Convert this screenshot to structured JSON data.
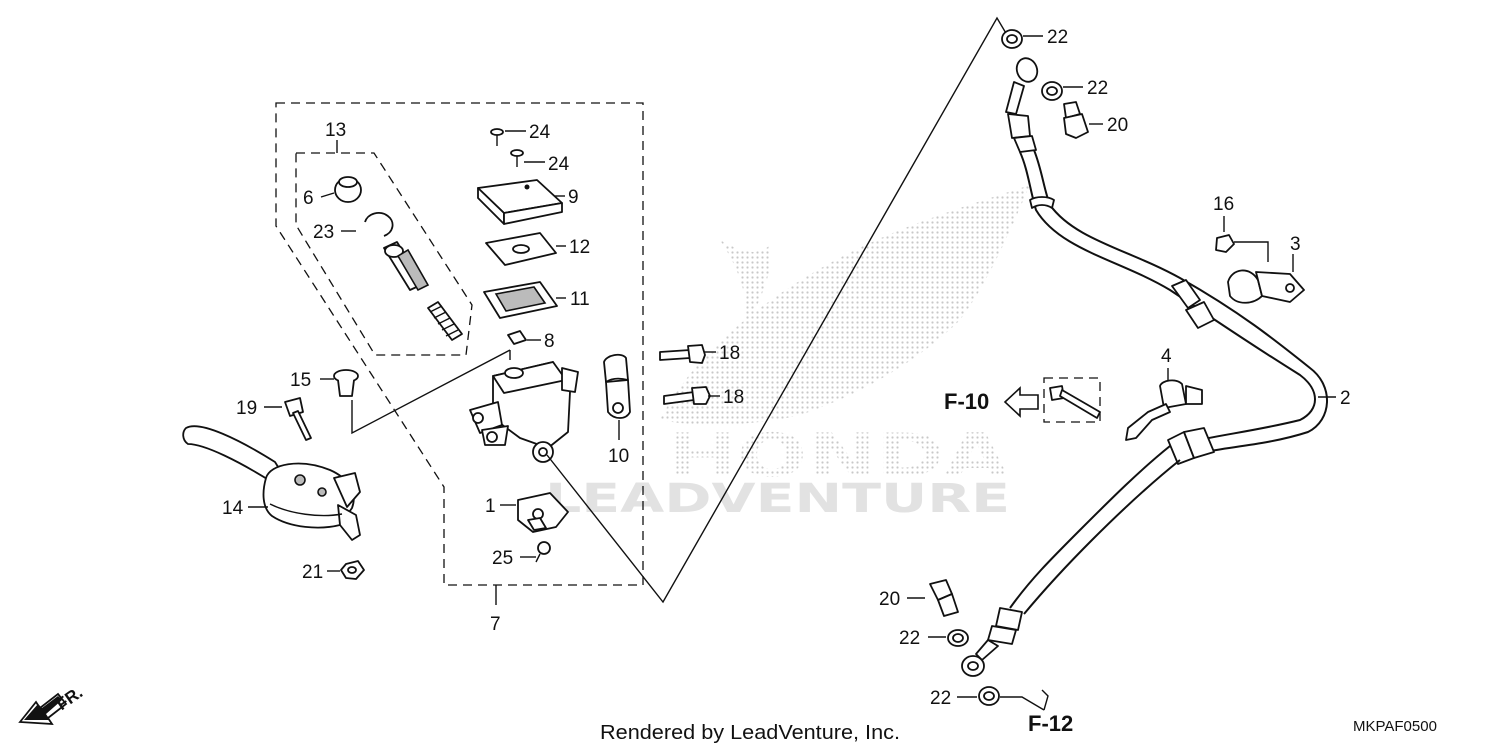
{
  "watermark": {
    "brand": "HONDA",
    "dealer": "LEADVENTURE"
  },
  "parts": {
    "p1": "1",
    "p2": "2",
    "p3": "3",
    "p4": "4",
    "p6": "6",
    "p7": "7",
    "p8": "8",
    "p9": "9",
    "p10": "10",
    "p11": "11",
    "p12": "12",
    "p13": "13",
    "p14": "14",
    "p15": "15",
    "p16": "16",
    "p18a": "18",
    "p18b": "18",
    "p19": "19",
    "p20a": "20",
    "p20b": "20",
    "p21": "21",
    "p22a": "22",
    "p22b": "22",
    "p22c": "22",
    "p22d": "22",
    "p23": "23",
    "p24a": "24",
    "p24b": "24",
    "p25": "25"
  },
  "refs": {
    "f10": "F-10",
    "f12": "F-12",
    "front": "FR."
  },
  "footer": {
    "credit": "Rendered by LeadVenture, Inc.",
    "diagram_code": "MKPAF0500"
  }
}
